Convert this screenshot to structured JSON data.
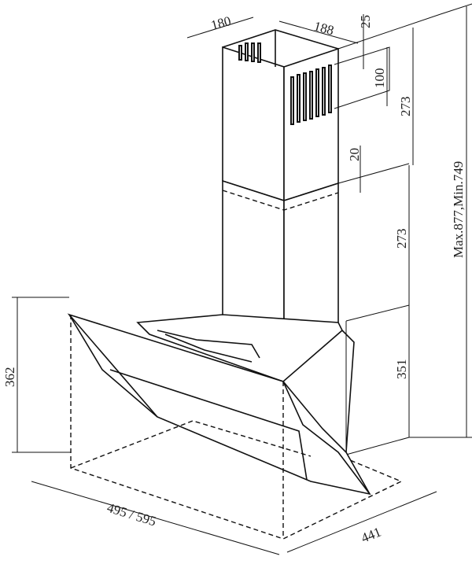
{
  "title": "Range hood dimension drawing",
  "dimensions": {
    "chimney_width": "180",
    "chimney_depth": "188",
    "vent_offset_top": "25",
    "vent_height": "100",
    "upper_chimney_height": "273",
    "overlap": "20",
    "lower_chimney_height": "273",
    "total_height": "Max.877,Min.749",
    "hood_height_right": "351",
    "hood_height_left": "362",
    "hood_width": "495 / 595",
    "hood_depth": "441"
  }
}
